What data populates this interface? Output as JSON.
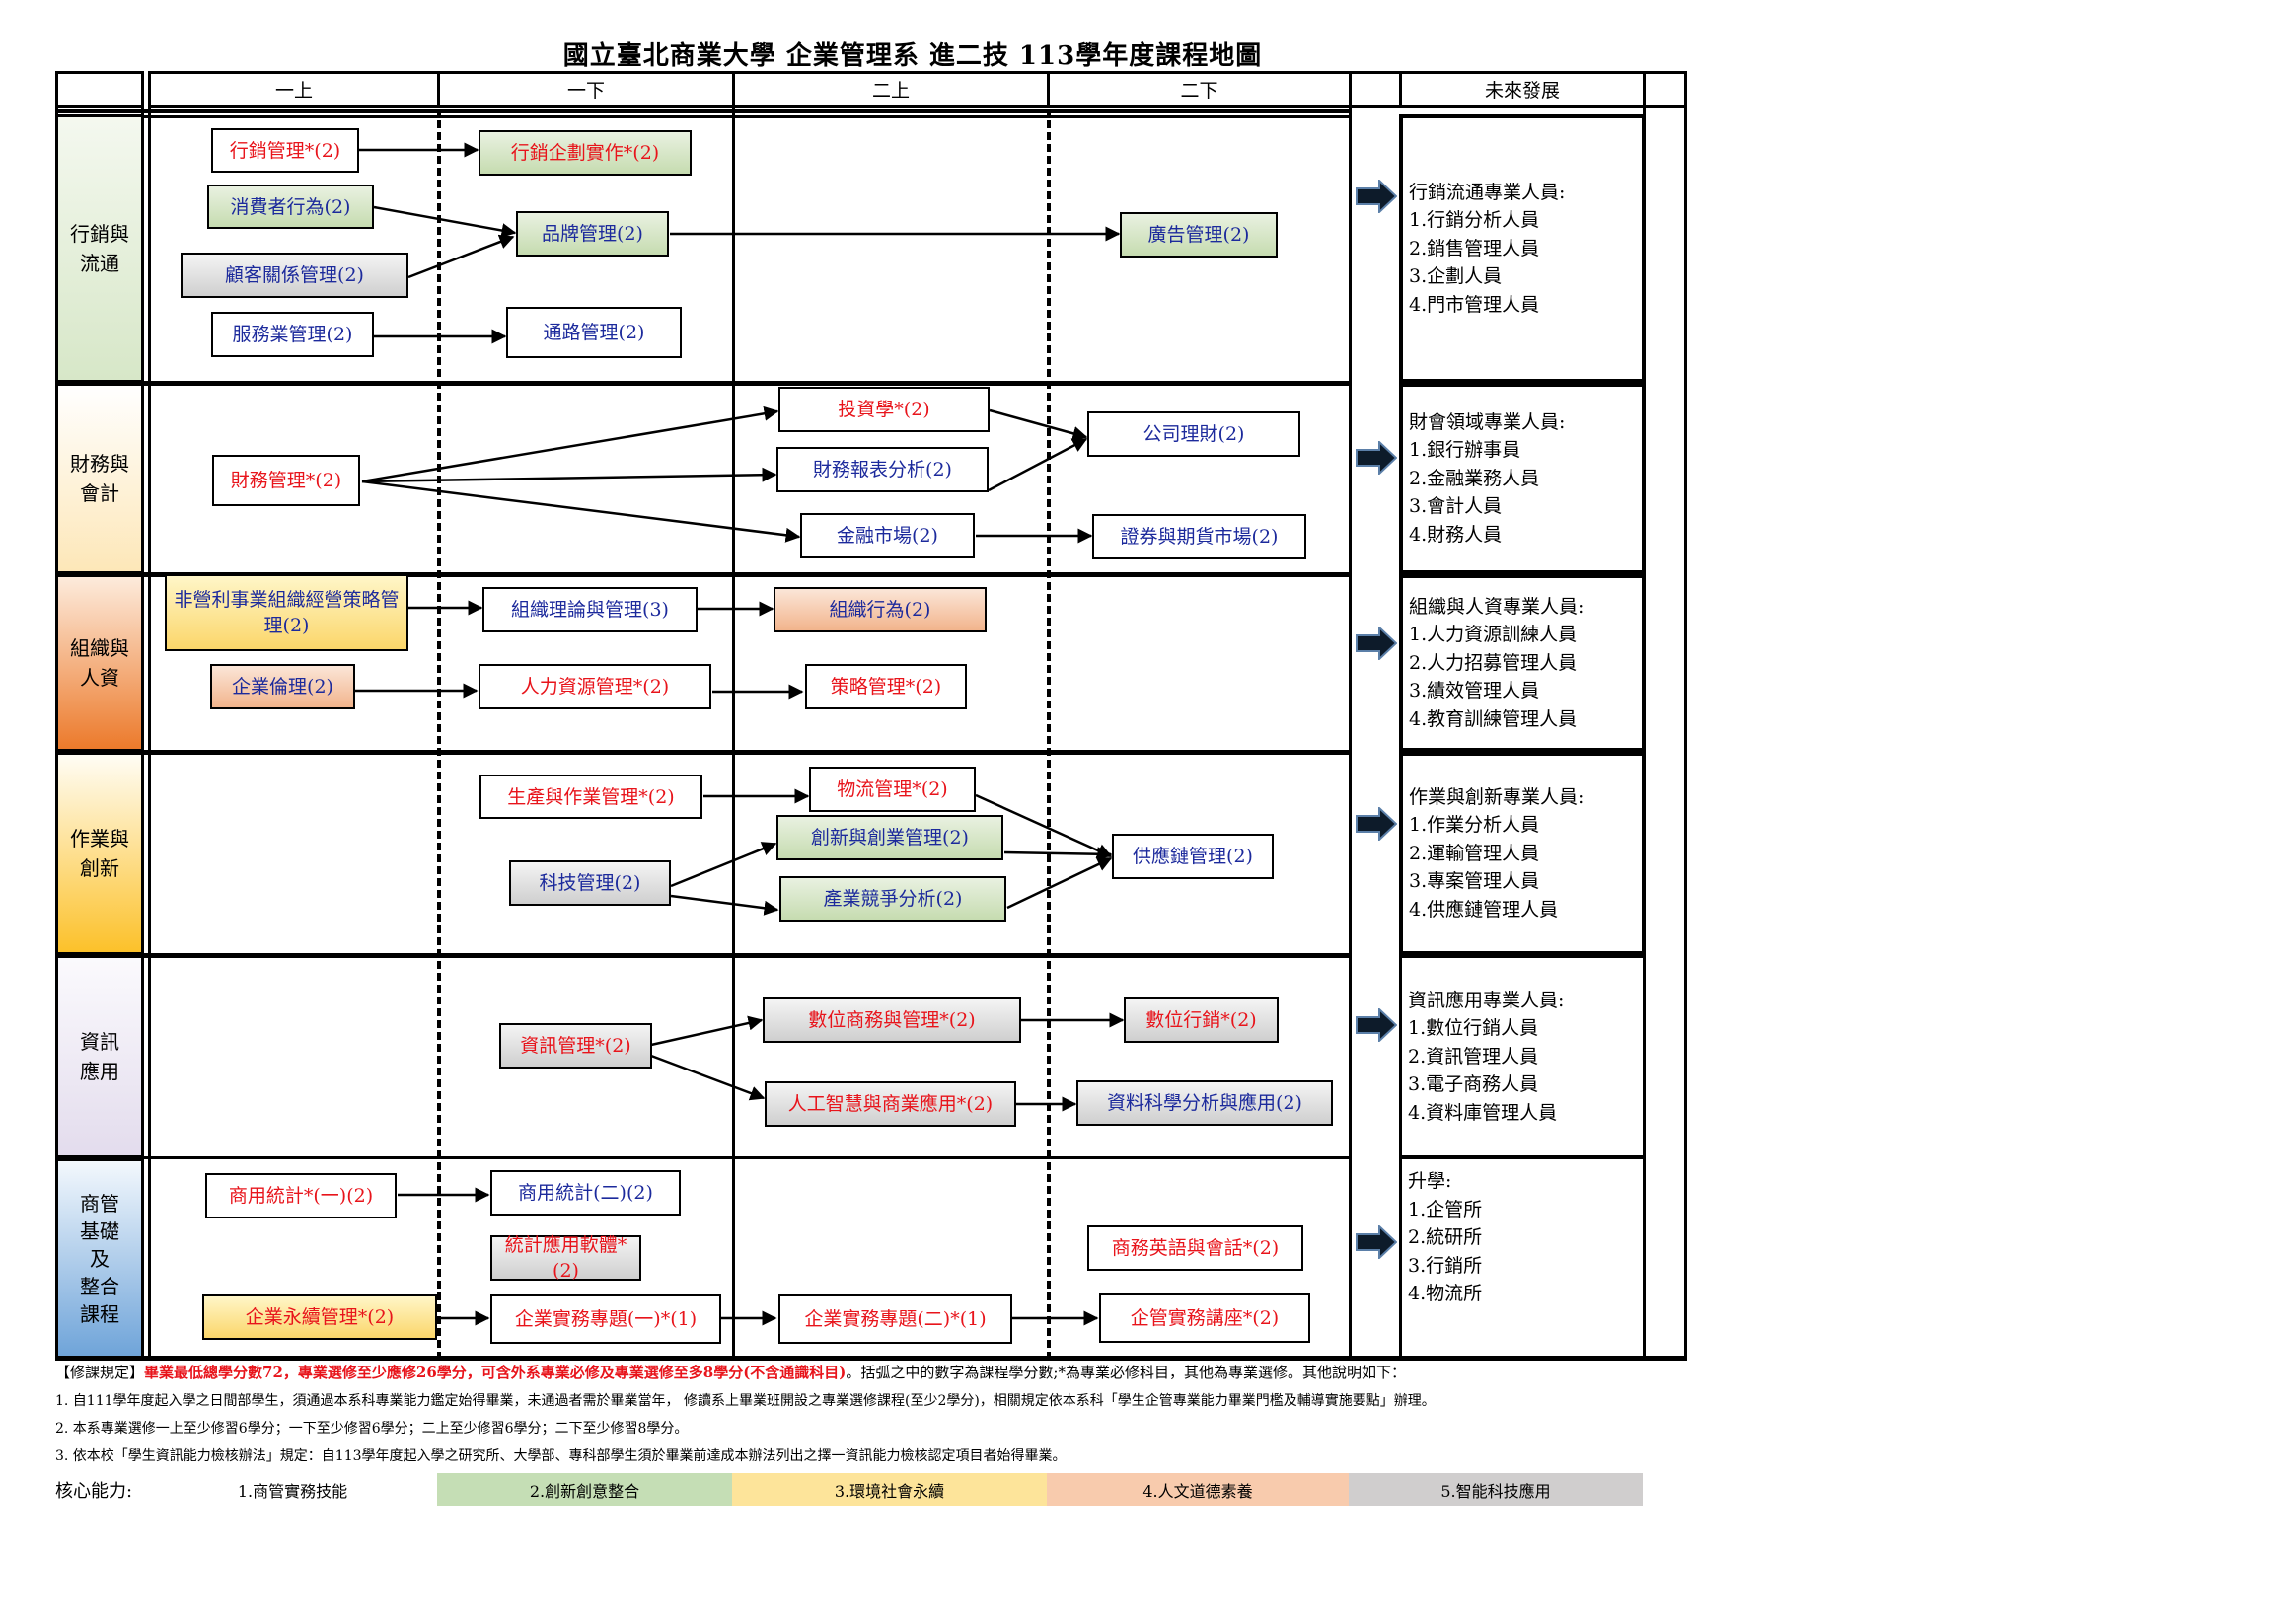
{
  "title": "國立臺北商業大學  企業管理系  進二技   113學年度課程地圖",
  "header": {
    "semesters": [
      "一上",
      "一下",
      "二上",
      "二下"
    ],
    "future": "未來發展"
  },
  "categories": [
    {
      "label": "行銷與\n流通",
      "color": "#d7e7c8"
    },
    {
      "label": "財務與\n會計",
      "color": "#fde7b8"
    },
    {
      "label": "組織與\n人資",
      "color": "#ec7a2b"
    },
    {
      "label": "作業與\n創新",
      "color": "#fcc12a"
    },
    {
      "label": "資訊\n應用",
      "color": "#e3dced"
    },
    {
      "label": "商管\n基礎\n及\n整合\n課程",
      "color": "#6fa4d9"
    }
  ],
  "courses": {
    "mkt_mgmt": "行銷管理*(2)",
    "mkt_plan": "行銷企劃實作*(2)",
    "consumer": "消費者行為(2)",
    "brand": "品牌管理(2)",
    "crm": "顧客關係管理(2)",
    "ad": "廣告管理(2)",
    "service": "服務業管理(2)",
    "channel": "通路管理(2)",
    "fin_mgmt": "財務管理*(2)",
    "invest": "投資學*(2)",
    "fin_stmt": "財務報表分析(2)",
    "corp_fin": "公司理財(2)",
    "fin_mkt": "金融市場(2)",
    "sec_fut": "證券與期貨市場(2)",
    "nonprofit": "非營利事業組織經營策略管理(2)",
    "org_theory": "組織理論與管理(3)",
    "org_behav": "組織行為(2)",
    "ethics": "企業倫理(2)",
    "hrm": "人力資源管理*(2)",
    "strategy": "策略管理*(2)",
    "prod_ops": "生產與作業管理*(2)",
    "logistics": "物流管理*(2)",
    "innov": "創新與創業管理(2)",
    "tech_mgmt": "科技管理(2)",
    "industry": "產業競爭分析(2)",
    "scm": "供應鏈管理(2)",
    "info_mgmt": "資訊管理*(2)",
    "ecom": "數位商務與管理*(2)",
    "dig_mkt": "數位行銷*(2)",
    "ai": "人工智慧與商業應用*(2)",
    "data_sci": "資料科學分析與應用(2)",
    "stat1": "商用統計*(一)(2)",
    "stat2": "商用統計(二)(2)",
    "stat_sw": "統計應用軟體*(2)",
    "biz_eng": "商務英語與會話*(2)",
    "sustain": "企業永續管理*(2)",
    "proj1": "企業實務專題(一)*(1)",
    "proj2": "企業實務專題(二)*(1)",
    "lecture": "企管實務講座*(2)"
  },
  "future": [
    {
      "title": "行銷流通專業人員:",
      "items": [
        "1.行銷分析人員",
        "2.銷售管理人員",
        "3.企劃人員",
        "4.門市管理人員"
      ]
    },
    {
      "title": "財會領域專業人員:",
      "items": [
        "1.銀行辦事員",
        "2.金融業務人員",
        "3.會計人員",
        "4.財務人員"
      ]
    },
    {
      "title": "組織與人資專業人員:",
      "items": [
        "1.人力資源訓練人員",
        "2.人力招募管理人員",
        "3.績效管理人員",
        "4.教育訓練管理人員"
      ]
    },
    {
      "title": "作業與創新專業人員:",
      "items": [
        "1.作業分析人員",
        "2.運輸管理人員",
        "3.專案管理人員",
        "4.供應鏈管理人員"
      ]
    },
    {
      "title": "資訊應用專業人員:",
      "items": [
        "1.數位行銷人員",
        "2.資訊管理人員",
        "3.電子商務人員",
        "4.資料庫管理人員"
      ]
    },
    {
      "title": "升學:",
      "items": [
        "1.企管所",
        "2.統研所",
        "3.行銷所",
        "4.物流所"
      ]
    }
  ],
  "notes": {
    "rule_prefix": "【修課規定】",
    "rule_bold": "畢業最低總學分數72，專業選修至少應修26學分，可含外系專業必修及專業選修至多8學分(不含通識科目)",
    "rule_suffix": "。括弧之中的數字為課程學分數;*為專業必修科目，其他為專業選修。其他說明如下：",
    "items": [
      "1. 自111學年度起入學之日間部學生，須通過本系科專業能力鑑定始得畢業，未通過者需於畢業當年， 修讀系上畢業班開設之專業選修課程(至少2學分)，相關規定依本系科「學生企管專業能力畢業門檻及輔導實施要點」辦理。",
      "2. 本系專業選修一上至少修習6學分；一下至少修習6學分；二上至少修習6學分；二下至少修習8學分。",
      "3. 依本校「學生資訊能力檢核辦法」規定：自113學年度起入學之研究所、大學部、專科部學生須於畢業前達成本辦法列出之擇一資訊能力檢核認定項目者始得畢業。"
    ]
  },
  "core": {
    "label": "核心能力:",
    "items": [
      {
        "label": "1.商管實務技能",
        "color": "#ffffff"
      },
      {
        "label": "2.創新創意整合",
        "color": "#c5deb5"
      },
      {
        "label": "3.環境社會永續",
        "color": "#fde49a"
      },
      {
        "label": "4.人文道德素養",
        "color": "#f8cbad"
      },
      {
        "label": "5.智能科技應用",
        "color": "#d0cece"
      }
    ]
  }
}
